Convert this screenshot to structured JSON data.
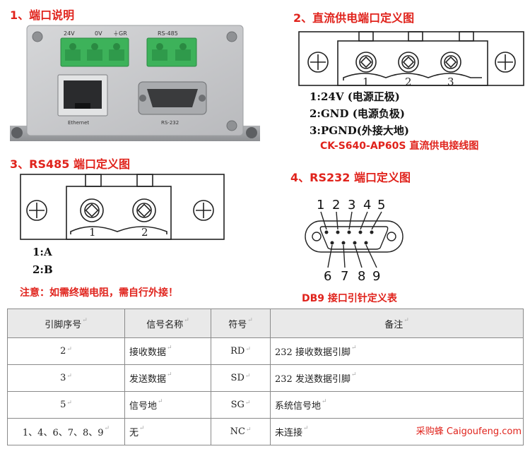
{
  "sections": {
    "s1": "1、端口说明",
    "s2": "2、直流供电端口定义图",
    "s3": "3、RS485 端口定义图",
    "s4": "4、RS232 端口定义图"
  },
  "device": {
    "labels": [
      "24V",
      "0V",
      "⏚GR",
      "RS-485",
      "Ethernet",
      "RS-232"
    ]
  },
  "dc": {
    "pins": [
      "1",
      "2",
      "3"
    ],
    "legend": [
      "1:24V (电源正极)",
      "2:GND (电源负极)",
      "3:PGND(外接大地)"
    ],
    "caption": "CK-S640-AP60S 直流供电接线图"
  },
  "rs485": {
    "pins": [
      "1",
      "2"
    ],
    "legend": [
      "1:A",
      "2:B"
    ],
    "note": "注意：如需终端电阻，需自行外接！"
  },
  "rs232": {
    "top_pins": [
      "1",
      "2",
      "3",
      "4",
      "5"
    ],
    "bottom_pins": [
      "6",
      "7",
      "8",
      "9"
    ],
    "caption": "DB9 接口引针定义表"
  },
  "table": {
    "headers": [
      "引脚序号",
      "信号名称",
      "符号",
      "备注"
    ],
    "rows": [
      [
        "2",
        "接收数据",
        "RD",
        "232 接收数据引脚"
      ],
      [
        "3",
        "发送数据",
        "SD",
        "232 发送数据引脚"
      ],
      [
        "5",
        "信号地",
        "SG",
        "系统信号地"
      ],
      [
        "1、4、6、7、8、9",
        "无",
        "NC",
        "未连接"
      ]
    ],
    "marker": "↵"
  },
  "watermark": "采购蜂 Caigoufeng.com",
  "colors": {
    "accent": "#e0231c",
    "terminal": "#3db25a",
    "panel": "#c9cacd"
  }
}
